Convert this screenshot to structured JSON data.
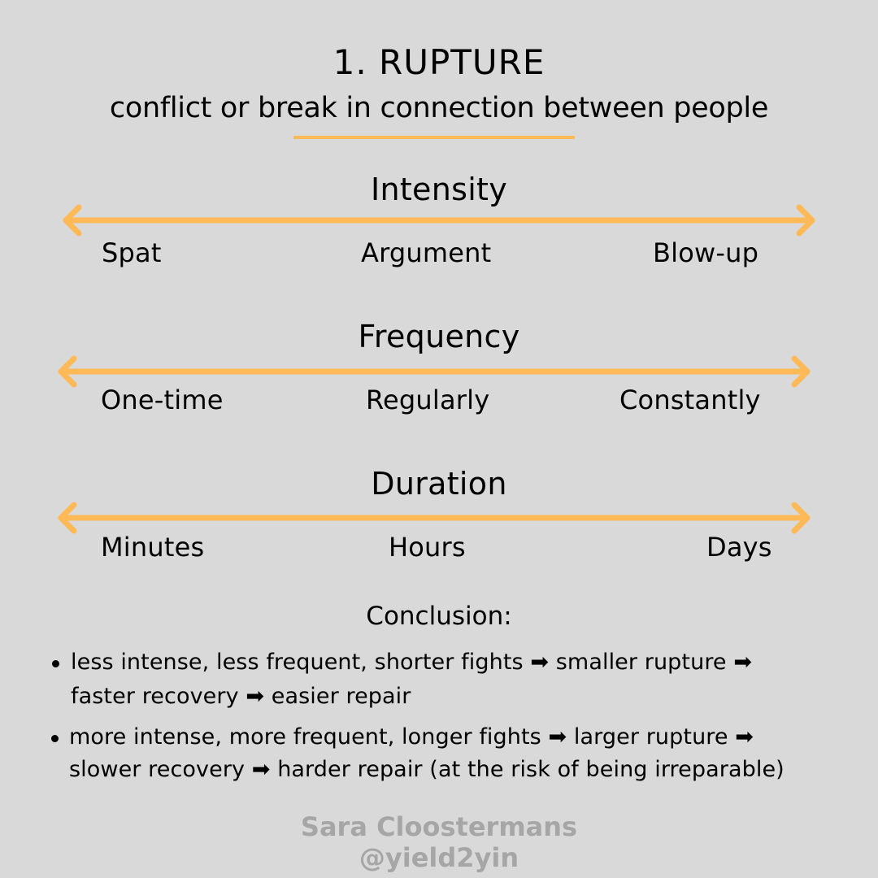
{
  "header": {
    "title": "1. RUPTURE",
    "subtitle": "conflict or break in connection between people"
  },
  "colors": {
    "background": "#d9d9d9",
    "accent": "#ffb957",
    "text": "#000000",
    "footer_text": "#a6a6a6"
  },
  "scales": [
    {
      "title": "Intensity",
      "icon": "double-headed-arrow-icon",
      "labels": [
        "Spat",
        "Argument",
        "Blow-up"
      ]
    },
    {
      "title": "Frequency",
      "icon": "double-headed-arrow-icon",
      "labels": [
        "One-time",
        "Regularly",
        "Constantly"
      ]
    },
    {
      "title": "Duration",
      "icon": "double-headed-arrow-icon",
      "labels": [
        "Minutes",
        "Hours",
        "Days"
      ]
    }
  ],
  "conclusion": {
    "heading": "Conclusion:",
    "bullets": [
      {
        "line1": "less intense, less frequent, shorter fights ➡ smaller rupture ➡",
        "line2": "faster recovery ➡ easier repair"
      },
      {
        "line1": "more intense, more frequent, longer fights ➡ larger rupture ➡",
        "line2": "slower recovery ➡ harder repair (at the risk of being irreparable)"
      }
    ]
  },
  "footer": {
    "author": "Sara Cloostermans",
    "handle": "@yield2yin"
  }
}
